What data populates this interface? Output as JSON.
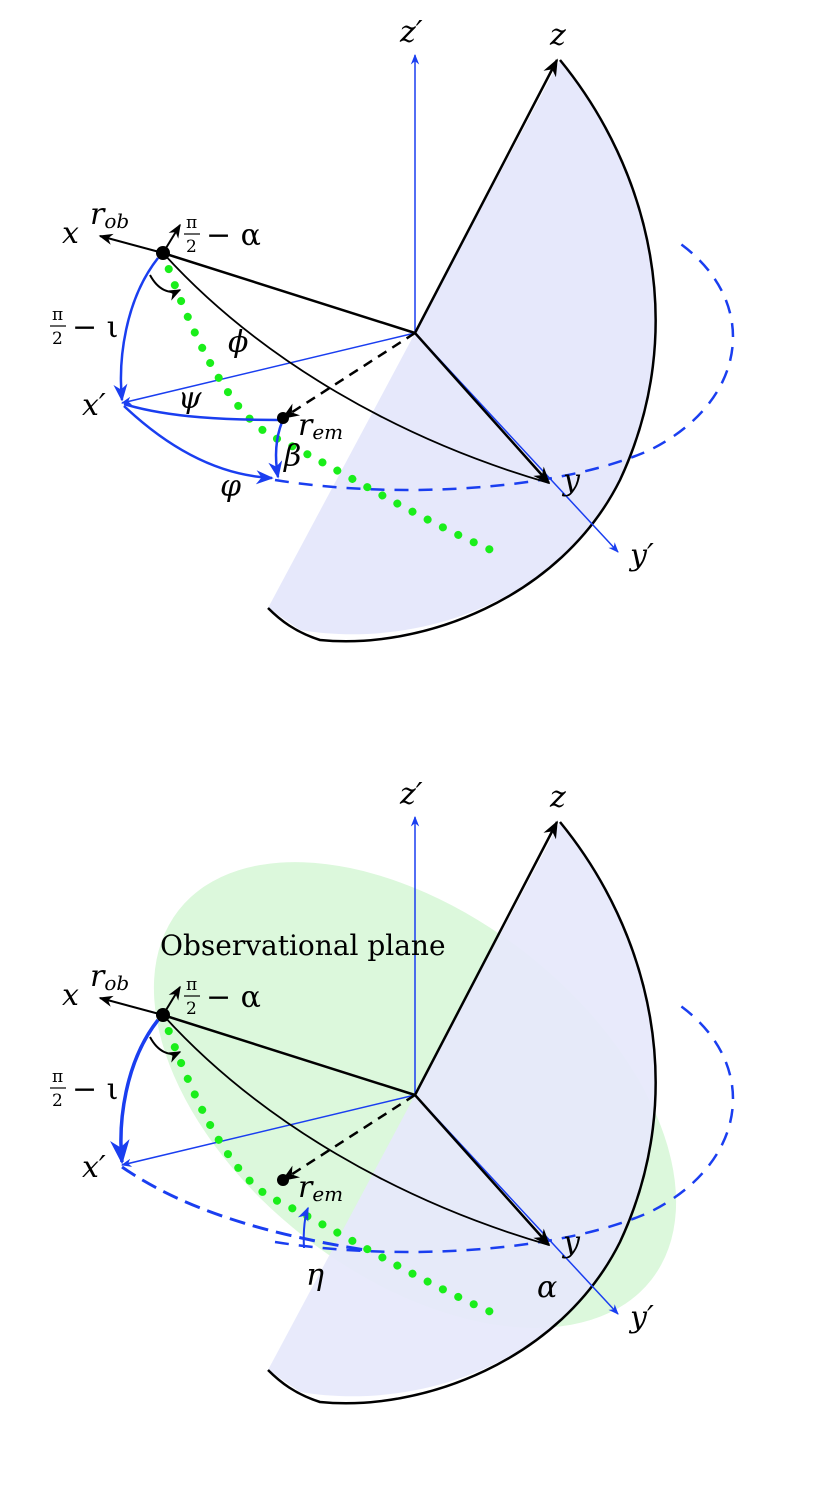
{
  "diagrams": [
    {
      "id": "top",
      "labels": {
        "x": "x",
        "r": "r",
        "r_ob_sub": "ob",
        "pi": "π",
        "two": "2",
        "minus_alpha": "− α",
        "minus_iota": "− ι",
        "z": "z",
        "z_prime": "z′",
        "y": "y",
        "y_prime": "y′",
        "x_prime": "x′",
        "phi": "ϕ",
        "psi": "ψ",
        "beta": "β",
        "varphi": "φ",
        "r_em_sub": "em"
      }
    },
    {
      "id": "bottom",
      "labels": {
        "x": "x",
        "r": "r",
        "r_ob_sub": "ob",
        "pi": "π",
        "two": "2",
        "minus_alpha": "− α",
        "minus_iota": "− ι",
        "z": "z",
        "z_prime": "z′",
        "y": "y",
        "y_prime": "y′",
        "x_prime": "x′",
        "eta": "η",
        "alpha": "α",
        "r_em_sub": "em",
        "plane": "Observational plane"
      }
    }
  ],
  "colors": {
    "axis_black": "#000000",
    "primed_axes_blue": "#1a3ef0",
    "sky_plane_fill": "#e6e8fb",
    "observational_plane_fill": "#dcf8dc",
    "dotted_path_green": "#1aee1a"
  }
}
